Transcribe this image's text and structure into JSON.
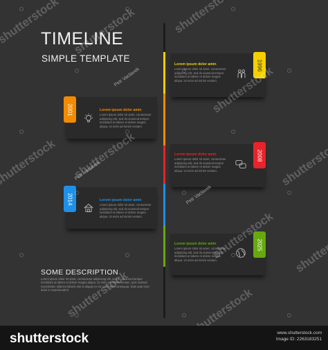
{
  "header": {
    "title": "TIMELINE",
    "subtitle": "SIMPLE TEMPLATE"
  },
  "events": [
    {
      "year": "2001",
      "title": "Lorem ipsum dolor amin",
      "text": "Lorem ipsum dolor sit amet, consectetur adipiscing elit, sed do eiusmod tempor incididunt ut labore et dolore magna aliqua. Ut enim ad minim veniam.",
      "color": "#f28b00",
      "icon": "lightbulb-icon"
    },
    {
      "year": "2014",
      "title": "Lorem ipsum dolor amin",
      "text": "Lorem ipsum dolor sit amet, consectetur adipiscing elit, sed do eiusmod tempor incididunt ut labore et dolore magna aliqua. Ut enim ad minim veniam.",
      "color": "#1e90e8",
      "icon": "house-icon"
    },
    {
      "year": "1996",
      "title": "Lorem ipsum dolor amin",
      "text": "Lorem ipsum dolor sit amet, consectetur adipiscing elit, sed do eiusmod tempor incididunt ut labore et dolore magna aliqua. Ut enim ad minim veniam.",
      "color": "#f5d000",
      "icon": "people-icon"
    },
    {
      "year": "2008",
      "title": "Lorem ipsum dolor amin",
      "text": "Lorem ipsum dolor sit amet, consectetur adipiscing elit, sed do eiusmod tempor incididunt ut labore et dolore magna aliqua. Ut enim ad minim veniam.",
      "color": "#e8232a",
      "icon": "chat-bubbles-icon"
    },
    {
      "year": "2025",
      "title": "Lorem ipsum dolor amin",
      "text": "Lorem ipsum dolor sit amet, consectetur adipiscing elit, sed do eiusmod tempor incididunt ut labore et dolore magna aliqua. Ut enim ad minim veniam.",
      "color": "#66a80f",
      "icon": "globe-icon"
    }
  ],
  "description": {
    "title": "SOME DESCRIPTION",
    "text": "Lorem ipsum dolor sit amet, consectetur adipiscing elit, sed do eiusmod tempor incididunt ut labore et dolore magna aliqua. Ut enim ad minim veniam, quis nostrud exercitation ullamco laboris nisi ut aliquip ex ea commodo consequat. Duis aute irure dolor in reprehenderit."
  },
  "watermark": {
    "text": "shutterstock",
    "author": "Petr Vaclavek"
  },
  "footer": {
    "brand": "shutterstock",
    "image_id_line1": "www.shutterstock.com",
    "image_id_line2": "Image ID: 2263183251"
  }
}
